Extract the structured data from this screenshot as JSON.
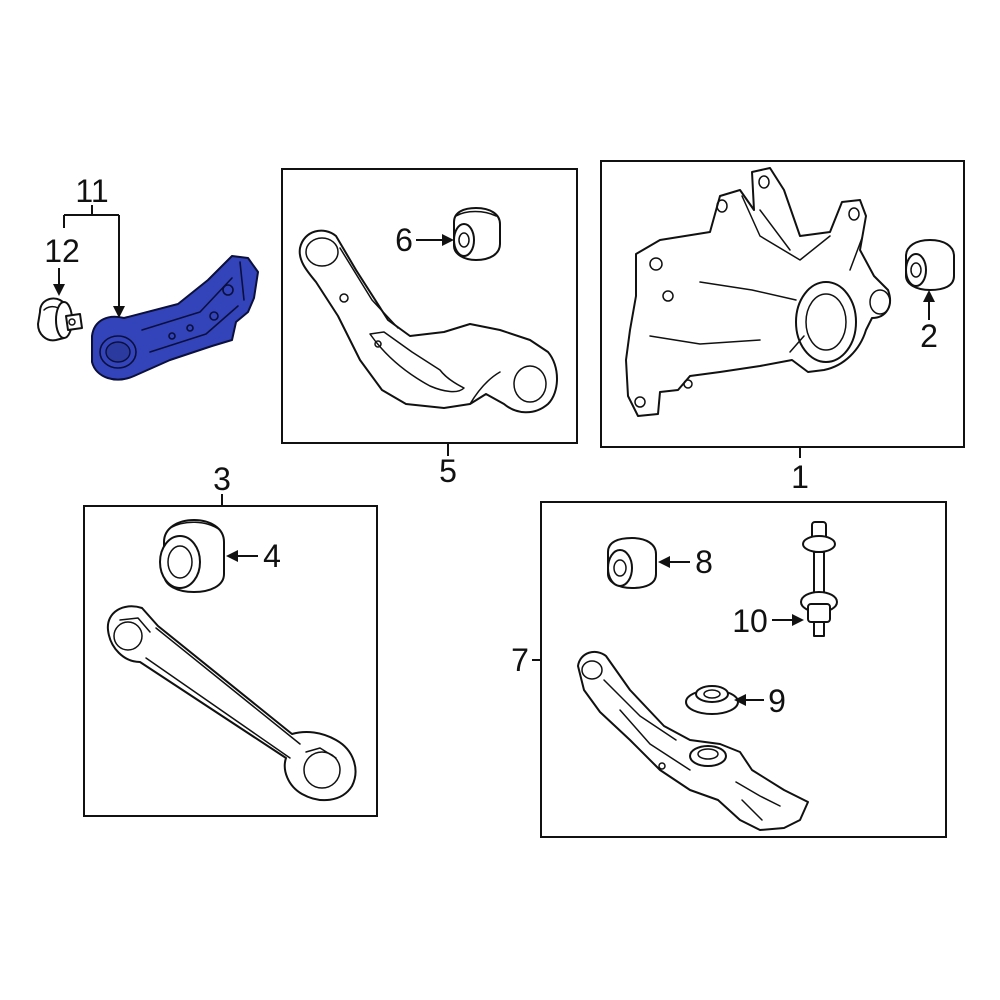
{
  "diagram": {
    "callouts": {
      "c1": "1",
      "c2": "2",
      "c3": "3",
      "c4": "4",
      "c5": "5",
      "c6": "6",
      "c7": "7",
      "c8": "8",
      "c9": "9",
      "c10": "10",
      "c11": "11",
      "c12": "12"
    },
    "highlight_color": "#3344bb",
    "line_color": "#111111"
  }
}
